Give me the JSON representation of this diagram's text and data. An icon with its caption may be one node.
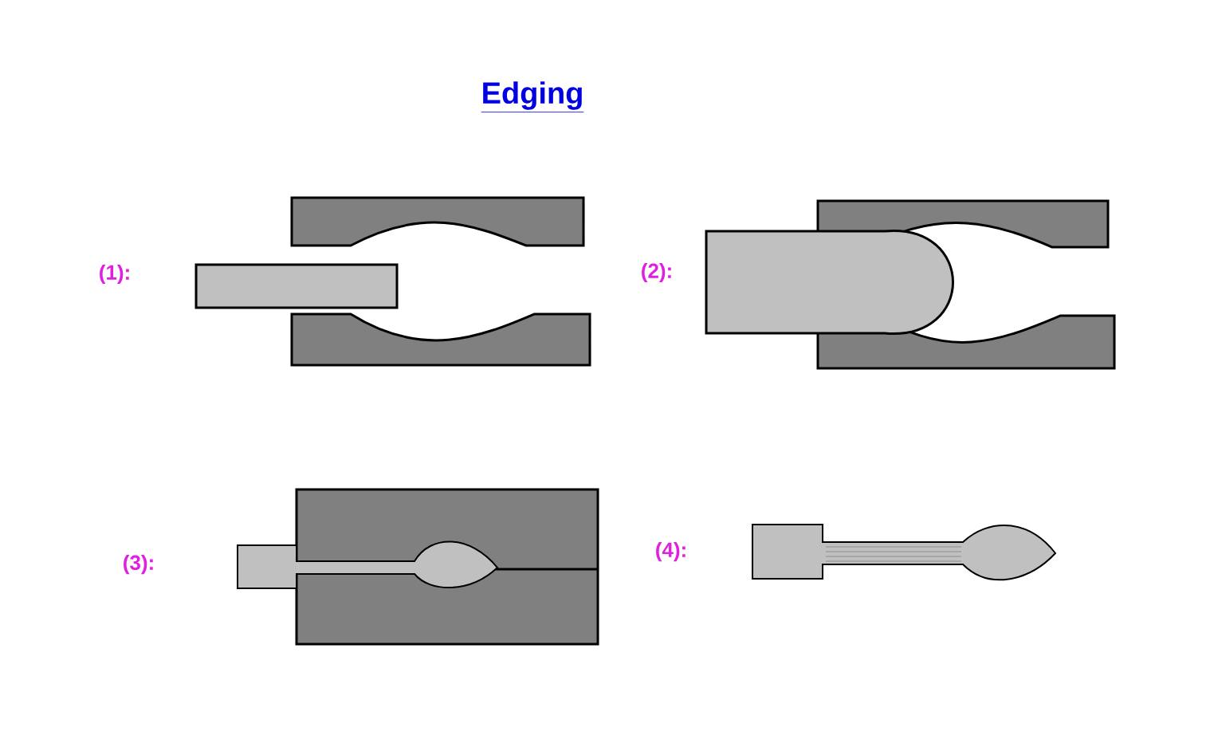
{
  "diagram": {
    "title": "Edging",
    "labels": [
      "(1):",
      "(2):",
      "(3):",
      "(4):"
    ]
  }
}
